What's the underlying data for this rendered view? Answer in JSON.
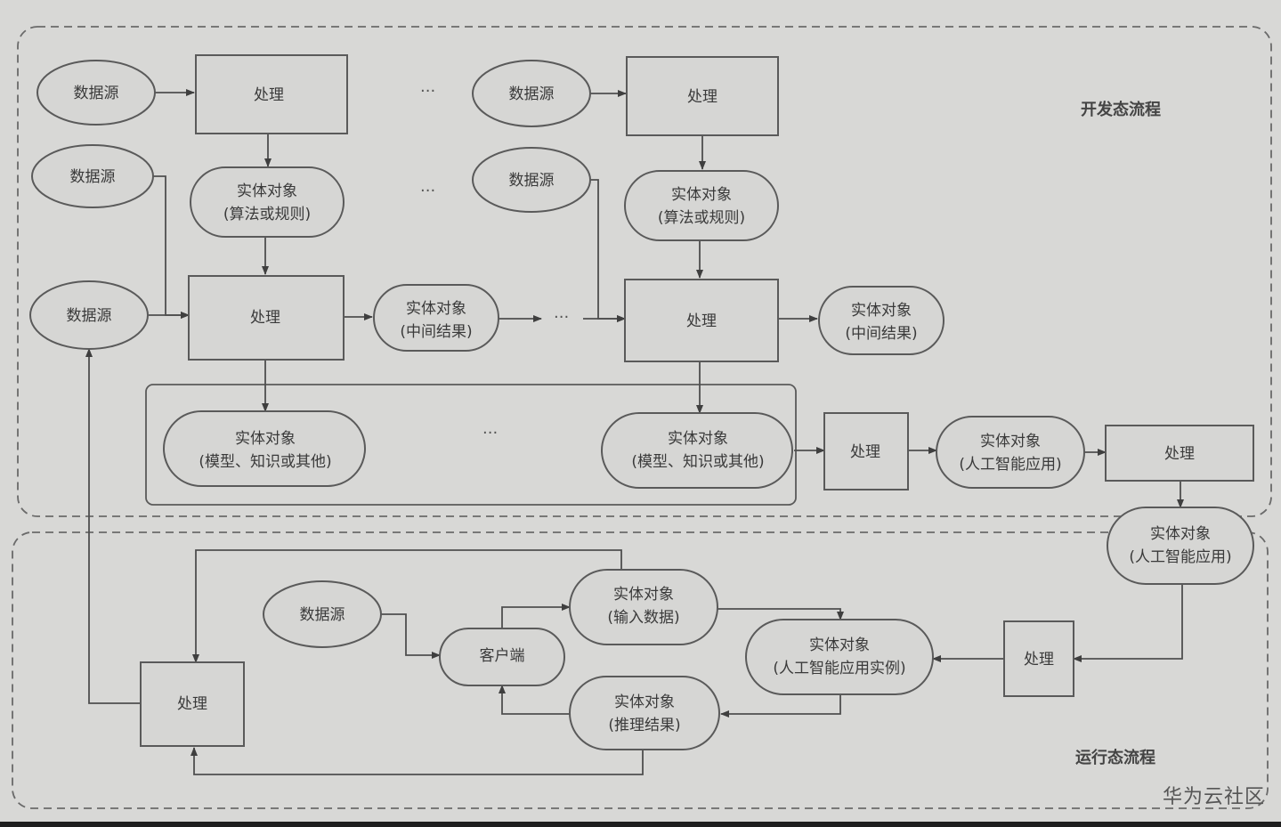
{
  "regions": {
    "dev": "开发态流程",
    "run": "运行态流程"
  },
  "nodes": {
    "ds1": "数据源",
    "ds2": "数据源",
    "ds3": "数据源",
    "ds4": "数据源",
    "ds5": "数据源",
    "ds6": "数据源",
    "p1": "处理",
    "p2": "处理",
    "p3": "处理",
    "p4": "处理",
    "p5": "处理",
    "p6": "处理",
    "p7": "处理",
    "p8": "处理",
    "eo_algo1": [
      "实体对象",
      "(算法或规则)"
    ],
    "eo_algo2": [
      "实体对象",
      "(算法或规则)"
    ],
    "eo_mid1": [
      "实体对象",
      "(中间结果)"
    ],
    "eo_mid2": [
      "实体对象",
      "(中间结果)"
    ],
    "eo_model1": [
      "实体对象",
      "(模型、知识或其他)"
    ],
    "eo_model2": [
      "实体对象",
      "(模型、知识或其他)"
    ],
    "eo_app1": [
      "实体对象",
      "(人工智能应用)"
    ],
    "eo_app2": [
      "实体对象",
      "(人工智能应用)"
    ],
    "eo_input": [
      "实体对象",
      "(输入数据)"
    ],
    "eo_instance": [
      "实体对象",
      "(人工智能应用实例)"
    ],
    "eo_infer": [
      "实体对象",
      "(推理结果)"
    ],
    "client": "客户端"
  },
  "ellipsis": "···",
  "watermark": "华为云社区"
}
